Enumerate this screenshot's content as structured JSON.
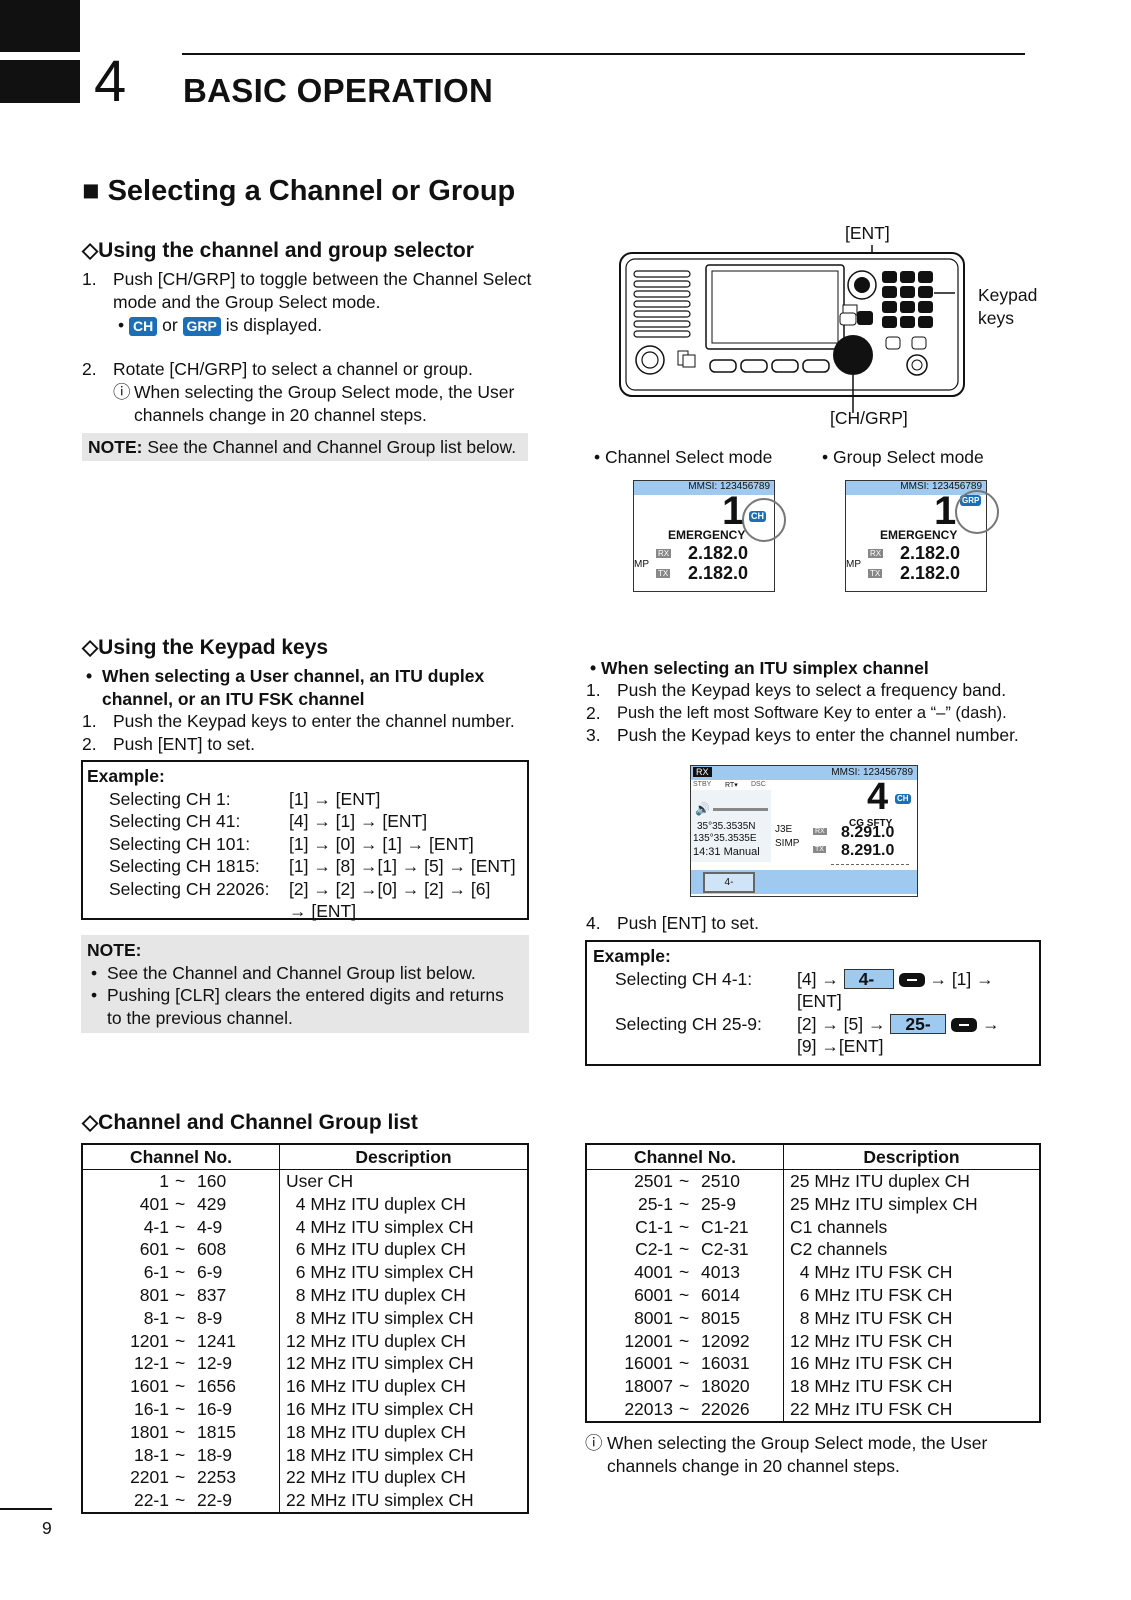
{
  "chapter": {
    "number": "4",
    "title": "BASIC OPERATION"
  },
  "section_title": "Selecting a Channel or Group",
  "selector": {
    "heading": "Using the channel and group selector",
    "step1_num": "1.",
    "step1": "Push [CH/GRP] to toggle between the Channel Select mode and the Group Select mode.",
    "badge_ch": "CH",
    "or": "or",
    "badge_grp": "GRP",
    "displayed": "is displayed.",
    "step2_num": "2.",
    "step2": "Rotate [CH/GRP] to select a channel or group.",
    "step2_info": "When selecting the Group Select mode, the User channels change in 20 channel steps.",
    "note_label": "NOTE:",
    "note_text": "See the Channel and Channel Group list below."
  },
  "radio_figure": {
    "ent_label": "[ENT]",
    "keypad_label": "Keypad keys",
    "chgrp_label": "[CH/GRP]",
    "channel_mode_caption": "Channel Select mode",
    "group_mode_caption": "Group Select mode"
  },
  "lcd_ch": {
    "mmsi": "MMSI: 123456789",
    "channel": "1",
    "badge": "CH",
    "name": "EMERGENCY",
    "mode": "MP",
    "rx_label": "RX",
    "tx_label": "TX",
    "rx": "2.182.0",
    "tx": "2.182.0"
  },
  "lcd_grp": {
    "mmsi": "MMSI: 123456789",
    "channel": "1",
    "badge": "GRP",
    "name": "EMERGENCY",
    "mode": "MP",
    "rx_label": "RX",
    "tx_label": "TX",
    "rx": "2.182.0",
    "tx": "2.182.0"
  },
  "keypad": {
    "heading": "Using the Keypad keys",
    "user_bullet": "When selecting a User channel, an ITU duplex channel, or an ITU FSK channel",
    "step1_num": "1.",
    "step1": "Push the Keypad keys to enter the channel number.",
    "step2_num": "2.",
    "step2": "Push [ENT] to set.",
    "example_label": "Example:",
    "examples": [
      {
        "label": "Selecting CH 1:",
        "keys": "[1] → [ENT]"
      },
      {
        "label": "Selecting CH 41:",
        "keys": "[4] → [1] → [ENT]"
      },
      {
        "label": "Selecting CH 101:",
        "keys": "[1] → [0] → [1] → [ENT]"
      },
      {
        "label": "Selecting CH 1815:",
        "keys": "[1] → [8] →[1] → [5] → [ENT]"
      },
      {
        "label": "Selecting CH 22026:",
        "keys": "[2] → [2] →[0] → [2] → [6]",
        "keys2": "→ [ENT]"
      }
    ],
    "note_label": "NOTE:",
    "notes": [
      "See the Channel and Channel Group list below.",
      "Pushing [CLR] clears the entered digits and returns to the previous channel."
    ]
  },
  "simplex": {
    "bullet": "When selecting an ITU simplex channel",
    "steps": [
      {
        "num": "1.",
        "text": "Push the Keypad keys to select a frequency band."
      },
      {
        "num": "2.",
        "text": "Push the left most Software Key to enter a “–” (dash)."
      },
      {
        "num": "3.",
        "text": "Push the Keypad keys to enter the channel number."
      },
      {
        "num": "4.",
        "text": "Push [ENT] to set."
      }
    ],
    "example_label": "Example:",
    "ex1_label": "Selecting CH 4-1:",
    "ex1_a": "[4] →",
    "ex1_box": "4-",
    "ex1_b": "→ [1] →",
    "ex1_c": "[ENT]",
    "ex2_label": "Selecting CH 25-9:",
    "ex2_a": "[2] → [5] →",
    "ex2_box": "25-",
    "ex2_b": "→",
    "ex2_c": "[9] →[ENT]"
  },
  "lcd_simplex": {
    "rx": "RX",
    "stby": "STBY",
    "rt": "RT▾",
    "dsc": "DSC",
    "mmsi": "MMSI: 123456789",
    "channel": "4",
    "badge": "CH",
    "name": "CG SFTY",
    "pos1": "35°35.3535N",
    "pos2": "135°35.3535E",
    "time": "14:31 Manual",
    "mode1": "J3E",
    "mode2": "SIMP",
    "rx_label": "RX",
    "tx_label": "TX",
    "freq_rx": "8.291.0",
    "freq_tx": "8.291.0",
    "entry": "4-"
  },
  "list": {
    "heading": "Channel and Channel Group list",
    "col1": "Channel No.",
    "col2": "Description",
    "left": [
      [
        "    1",
        "160",
        "User CH"
      ],
      [
        "401",
        "429",
        "  4 MHz ITU duplex CH"
      ],
      [
        "4-1",
        "4-9",
        "  4 MHz ITU simplex CH"
      ],
      [
        "601",
        "608",
        "  6 MHz ITU duplex CH"
      ],
      [
        "6-1",
        "6-9",
        "  6 MHz ITU simplex CH"
      ],
      [
        "801",
        "837",
        "  8 MHz ITU duplex CH"
      ],
      [
        "8-1",
        "8-9",
        "  8 MHz ITU simplex CH"
      ],
      [
        "1201",
        "1241",
        "12 MHz ITU duplex CH"
      ],
      [
        "12-1",
        "12-9",
        "12 MHz ITU simplex CH"
      ],
      [
        "1601",
        "1656",
        "16 MHz ITU duplex CH"
      ],
      [
        "16-1",
        "16-9",
        "16 MHz ITU simplex CH"
      ],
      [
        "1801",
        "1815",
        "18 MHz ITU duplex CH"
      ],
      [
        "18-1",
        "18-9",
        "18 MHz ITU simplex CH"
      ],
      [
        "2201",
        "2253",
        "22 MHz ITU duplex CH"
      ],
      [
        "22-1",
        "22-9",
        "22 MHz ITU simplex CH"
      ]
    ],
    "right": [
      [
        "2501",
        "2510",
        "25 MHz ITU duplex CH"
      ],
      [
        "25-1",
        "25-9",
        "25 MHz ITU simplex CH"
      ],
      [
        "C1-1",
        "C1-21",
        "C1 channels"
      ],
      [
        "C2-1",
        "C2-31",
        "C2 channels"
      ],
      [
        "4001",
        "4013",
        "  4 MHz ITU FSK CH"
      ],
      [
        "6001",
        "6014",
        "  6 MHz ITU FSK CH"
      ],
      [
        "8001",
        "8015",
        "  8 MHz ITU FSK CH"
      ],
      [
        "12001",
        "12092",
        "12 MHz ITU FSK CH"
      ],
      [
        "16001",
        "16031",
        "16 MHz ITU FSK CH"
      ],
      [
        "18007",
        "18020",
        "18 MHz ITU FSK CH"
      ],
      [
        "22013",
        "22026",
        "22 MHz ITU FSK CH"
      ]
    ],
    "tilde": "~",
    "info": "When selecting the Group Select mode, the User channels change in 20 channel steps."
  },
  "page_number": "9"
}
